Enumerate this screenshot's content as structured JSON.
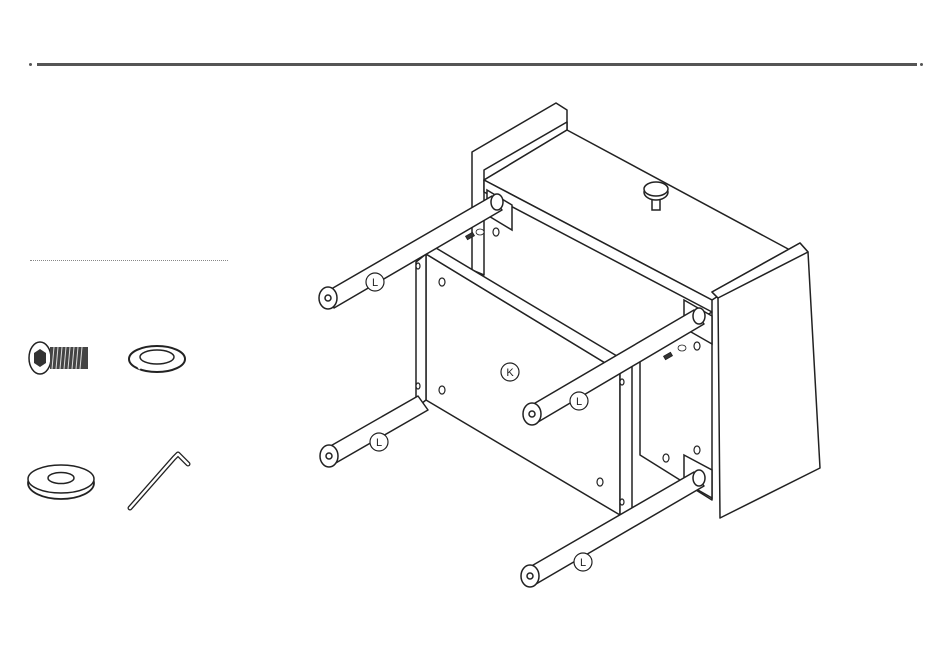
{
  "callouts": {
    "panel": "K",
    "leg_1": "L",
    "leg_2": "L",
    "leg_3": "L",
    "leg_4": "L"
  },
  "hardware_icons": [
    "hex-bolt-icon",
    "split-washer-icon",
    "flat-washer-icon",
    "allen-key-icon"
  ],
  "colors": {
    "line": "#222222",
    "rule": "#555555",
    "fill": "#ffffff"
  }
}
